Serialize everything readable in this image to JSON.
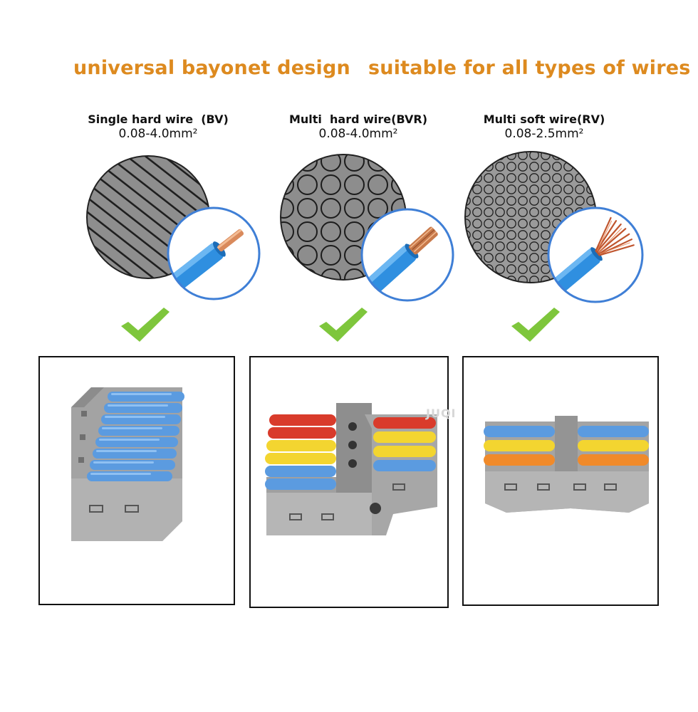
{
  "headline": {
    "left": "universal bayonet design",
    "right": "suitable for all types of wires"
  },
  "wire_types": [
    {
      "name": "Single hard wire  (BV)",
      "range": "0.08-4.0mm²",
      "pattern": "diagonal-stripes",
      "wire_end": "solid-copper-core",
      "check_icon": "green-check-icon"
    },
    {
      "name": "Multi  hard wire(BVR)",
      "range": "0.08-4.0mm²",
      "pattern": "large-circles",
      "wire_end": "stranded-copper-core",
      "check_icon": "green-check-icon"
    },
    {
      "name": "Multi soft wire(RV)",
      "range": "0.08-2.5mm²",
      "pattern": "small-circles",
      "wire_end": "fine-strand-copper-fan",
      "check_icon": "green-check-icon"
    }
  ],
  "connectors": [
    {
      "description": "grey connector with blue levers",
      "lever_colors": [
        "#5b9be0"
      ]
    },
    {
      "description": "grey splitter with red, yellow and blue levers",
      "lever_colors": [
        "#d93b2b",
        "#f3d530",
        "#5b9be0"
      ]
    },
    {
      "description": "grey connector with blue, yellow and orange levers",
      "lever_colors": [
        "#5b9be0",
        "#f3d530",
        "#f08a2a"
      ]
    }
  ],
  "watermark": "JUQI",
  "colors": {
    "headline": "#dd8a1f",
    "check": "#7ec63c",
    "cross_section_fill": "#8d8d8d",
    "magnifier_border": "#3f7fd6",
    "wire_insulation": "#2f8fe0",
    "connector_body": "#a9a9a9"
  }
}
